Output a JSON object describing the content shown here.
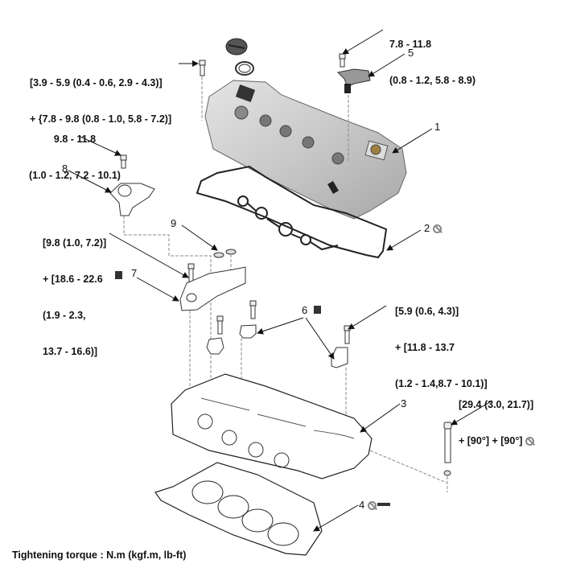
{
  "diagram": {
    "subject": "Cylinder head and cylinder head cover exploded view",
    "callouts": [
      {
        "id": "1",
        "label": "1",
        "part": "cylinder-head-cover"
      },
      {
        "id": "2",
        "label": "2",
        "part": "cover-gasket",
        "note": "replace-symbol"
      },
      {
        "id": "3",
        "label": "3",
        "part": "cylinder-head"
      },
      {
        "id": "4",
        "label": "4",
        "part": "head-gasket",
        "note": "replace-symbol + sealant"
      },
      {
        "id": "5",
        "label": "5",
        "part": "camshaft-position-sensor"
      },
      {
        "id": "6",
        "label": "6",
        "part": "camshaft-bearing-caps"
      },
      {
        "id": "7",
        "label": "7",
        "part": "front-bearing-cap"
      },
      {
        "id": "8",
        "label": "8",
        "part": "oil-control-valve-bracket"
      },
      {
        "id": "9",
        "label": "9",
        "part": "seal-rings"
      }
    ],
    "torque_specs": {
      "cover_bolt_line1": "[3.9 - 5.9 (0.4 - 0.6, 2.9 - 4.3)]",
      "cover_bolt_line2": "+ {7.8 - 9.8 (0.8 - 1.0, 5.8 - 7.2)]",
      "sensor_bolt_line1": "7.8 - 11.8",
      "sensor_bolt_line2": "(0.8 - 1.2, 5.8 - 8.9)",
      "bracket_bolt_line1": "9.8 - 11.8",
      "bracket_bolt_line2": "(1.0 - 1.2, 7.2 - 10.1)",
      "front_cap_line1": "[9.8 (1.0, 7.2)]",
      "front_cap_line2": "+ [18.6 - 22.6",
      "front_cap_line3": "(1.9 - 2.3,",
      "front_cap_line4": "13.7 - 16.6)]",
      "cap_bolt_line1": "[5.9 (0.6, 4.3)]",
      "cap_bolt_line2": "+ [11.8 - 13.7",
      "cap_bolt_line3": "(1.2 - 1.4,8.7 - 10.1)]",
      "head_bolt_line1": "[29.4 (3.0, 21.7)]",
      "head_bolt_line2": "+ [90°] + [90°]"
    },
    "footer": "Tightening torque : N.m (kgf.m, lb-ft)"
  }
}
